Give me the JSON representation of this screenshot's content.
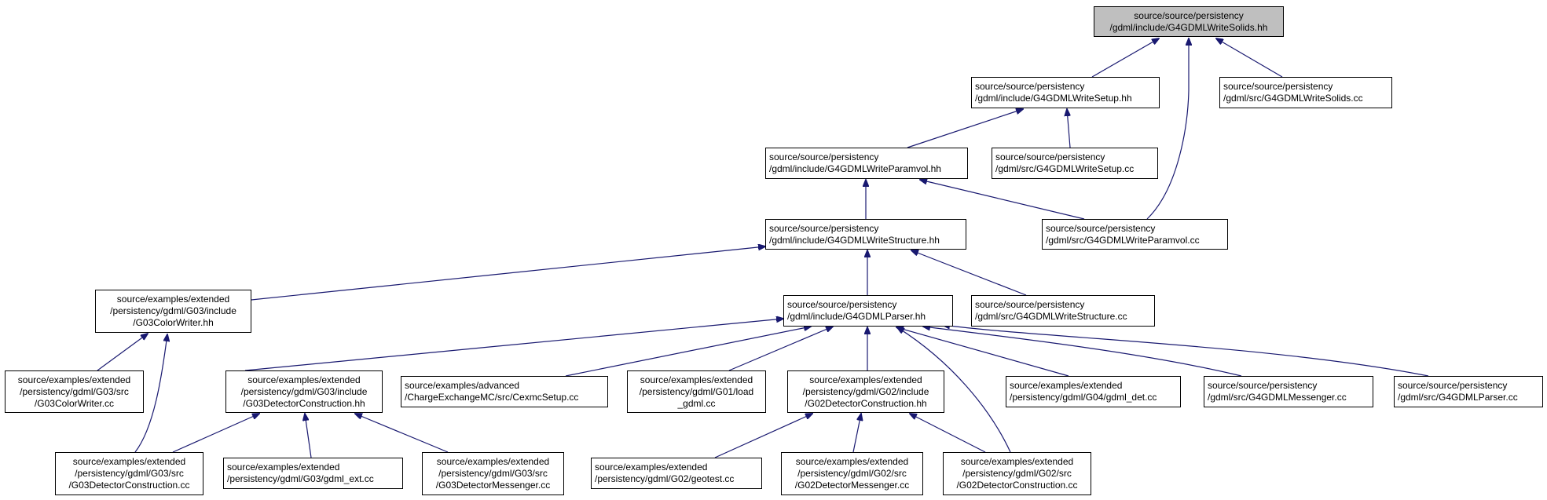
{
  "graph": {
    "nodes": [
      {
        "id": "n_root",
        "lines": [
          "source/source/persistency",
          "/gdml/include/G4GDMLWriteSolids.hh"
        ]
      },
      {
        "id": "n_setup_hh",
        "lines": [
          "source/source/persistency",
          "/gdml/include/G4GDMLWriteSetup.hh"
        ]
      },
      {
        "id": "n_solids_cc",
        "lines": [
          "source/source/persistency",
          "/gdml/src/G4GDMLWriteSolids.cc"
        ]
      },
      {
        "id": "n_paramvol_hh",
        "lines": [
          "source/source/persistency",
          "/gdml/include/G4GDMLWriteParamvol.hh"
        ]
      },
      {
        "id": "n_setup_cc",
        "lines": [
          "source/source/persistency",
          "/gdml/src/G4GDMLWriteSetup.cc"
        ]
      },
      {
        "id": "n_structure_hh",
        "lines": [
          "source/source/persistency",
          "/gdml/include/G4GDMLWriteStructure.hh"
        ]
      },
      {
        "id": "n_paramvol_cc",
        "lines": [
          "source/source/persistency",
          "/gdml/src/G4GDMLWriteParamvol.cc"
        ]
      },
      {
        "id": "n_g03colorwriter_hh",
        "lines": [
          "source/examples/extended",
          "/persistency/gdml/G03/include",
          "/G03ColorWriter.hh"
        ]
      },
      {
        "id": "n_parser_hh",
        "lines": [
          "source/source/persistency",
          "/gdml/include/G4GDMLParser.hh"
        ]
      },
      {
        "id": "n_structure_cc",
        "lines": [
          "source/source/persistency",
          "/gdml/src/G4GDMLWriteStructure.cc"
        ]
      },
      {
        "id": "n_g03colorwriter_cc",
        "lines": [
          "source/examples/extended",
          "/persistency/gdml/G03/src",
          "/G03ColorWriter.cc"
        ]
      },
      {
        "id": "n_g03detcons_hh",
        "lines": [
          "source/examples/extended",
          "/persistency/gdml/G03/include",
          "/G03DetectorConstruction.hh"
        ]
      },
      {
        "id": "n_cexmc",
        "lines": [
          "source/examples/advanced",
          "/ChargeExchangeMC/src/CexmcSetup.cc"
        ]
      },
      {
        "id": "n_load_gdml",
        "lines": [
          "source/examples/extended",
          "/persistency/gdml/G01/load",
          "_gdml.cc"
        ]
      },
      {
        "id": "n_g02detcons_hh",
        "lines": [
          "source/examples/extended",
          "/persistency/gdml/G02/include",
          "/G02DetectorConstruction.hh"
        ]
      },
      {
        "id": "n_g04gdmldet",
        "lines": [
          "source/examples/extended",
          "/persistency/gdml/G04/gdml_det.cc"
        ]
      },
      {
        "id": "n_messenger_cc",
        "lines": [
          "source/source/persistency",
          "/gdml/src/G4GDMLMessenger.cc"
        ]
      },
      {
        "id": "n_parser_cc",
        "lines": [
          "source/source/persistency",
          "/gdml/src/G4GDMLParser.cc"
        ]
      },
      {
        "id": "n_g03detcons_cc",
        "lines": [
          "source/examples/extended",
          "/persistency/gdml/G03/src",
          "/G03DetectorConstruction.cc"
        ]
      },
      {
        "id": "n_gdml_ext",
        "lines": [
          "source/examples/extended",
          "/persistency/gdml/G03/gdml_ext.cc"
        ]
      },
      {
        "id": "n_g03detmess",
        "lines": [
          "source/examples/extended",
          "/persistency/gdml/G03/src",
          "/G03DetectorMessenger.cc"
        ]
      },
      {
        "id": "n_geotest",
        "lines": [
          "source/examples/extended",
          "/persistency/gdml/G02/geotest.cc"
        ]
      },
      {
        "id": "n_g02detmess",
        "lines": [
          "source/examples/extended",
          "/persistency/gdml/G02/src",
          "/G02DetectorMessenger.cc"
        ]
      },
      {
        "id": "n_g02detcons_cc",
        "lines": [
          "source/examples/extended",
          "/persistency/gdml/G02/src",
          "/G02DetectorConstruction.cc"
        ]
      }
    ],
    "edges": [
      [
        "n_setup_hh",
        "n_root"
      ],
      [
        "n_solids_cc",
        "n_root"
      ],
      [
        "n_paramvol_cc",
        "n_root"
      ],
      [
        "n_paramvol_hh",
        "n_setup_hh"
      ],
      [
        "n_setup_cc",
        "n_setup_hh"
      ],
      [
        "n_structure_hh",
        "n_paramvol_hh"
      ],
      [
        "n_paramvol_cc",
        "n_paramvol_hh"
      ],
      [
        "n_g03colorwriter_hh",
        "n_structure_hh"
      ],
      [
        "n_parser_hh",
        "n_structure_hh"
      ],
      [
        "n_structure_cc",
        "n_structure_hh"
      ],
      [
        "n_g03colorwriter_cc",
        "n_g03colorwriter_hh"
      ],
      [
        "n_g03detcons_cc",
        "n_g03colorwriter_hh"
      ],
      [
        "n_g03detcons_hh",
        "n_parser_hh"
      ],
      [
        "n_cexmc",
        "n_parser_hh"
      ],
      [
        "n_load_gdml",
        "n_parser_hh"
      ],
      [
        "n_g02detcons_hh",
        "n_parser_hh"
      ],
      [
        "n_g02detcons_cc",
        "n_parser_hh"
      ],
      [
        "n_g04gdmldet",
        "n_parser_hh"
      ],
      [
        "n_messenger_cc",
        "n_parser_hh"
      ],
      [
        "n_parser_cc",
        "n_parser_hh"
      ],
      [
        "n_g03detcons_cc",
        "n_g03detcons_hh"
      ],
      [
        "n_gdml_ext",
        "n_g03detcons_hh"
      ],
      [
        "n_g03detmess",
        "n_g03detcons_hh"
      ],
      [
        "n_geotest",
        "n_g02detcons_hh"
      ],
      [
        "n_g02detmess",
        "n_g02detcons_hh"
      ],
      [
        "n_g02detcons_cc",
        "n_g02detcons_hh"
      ]
    ],
    "colors": {
      "edge": "#191970",
      "root_fill": "#bfbfbf",
      "node_fill": "#ffffff",
      "border": "#000000"
    }
  }
}
